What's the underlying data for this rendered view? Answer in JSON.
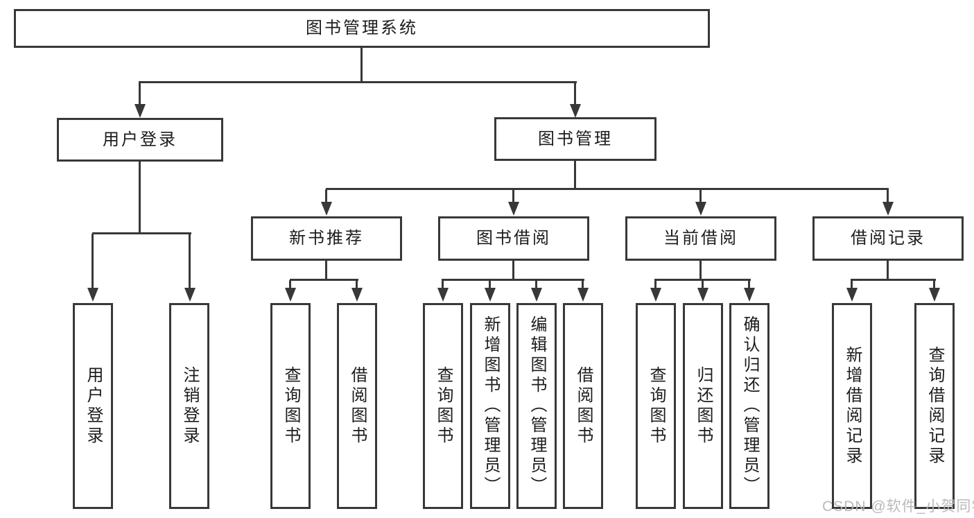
{
  "tree": {
    "root": "图书管理系统",
    "branches": [
      {
        "label": "用户登录",
        "children": [
          "用户登录",
          "注销登录"
        ]
      },
      {
        "label": "图书管理",
        "modules": [
          {
            "label": "新书推荐",
            "children": [
              "查询图书",
              "借阅图书"
            ]
          },
          {
            "label": "图书借阅",
            "children": [
              "查询图书",
              "新增图书（管理员）",
              "编辑图书（管理员）",
              "借阅图书"
            ]
          },
          {
            "label": "当前借阅",
            "children": [
              "查询图书",
              "归还图书",
              "确认归还（管理员）"
            ]
          },
          {
            "label": "借阅记录",
            "children": [
              "新增借阅记录",
              "查询借阅记录"
            ]
          }
        ]
      }
    ]
  },
  "watermark": "CSDN @软件_小贺同学",
  "colors": {
    "line": "#383838",
    "text": "#1c1c1c",
    "watermark": "#b7b7b7",
    "background": "#ffffff"
  }
}
